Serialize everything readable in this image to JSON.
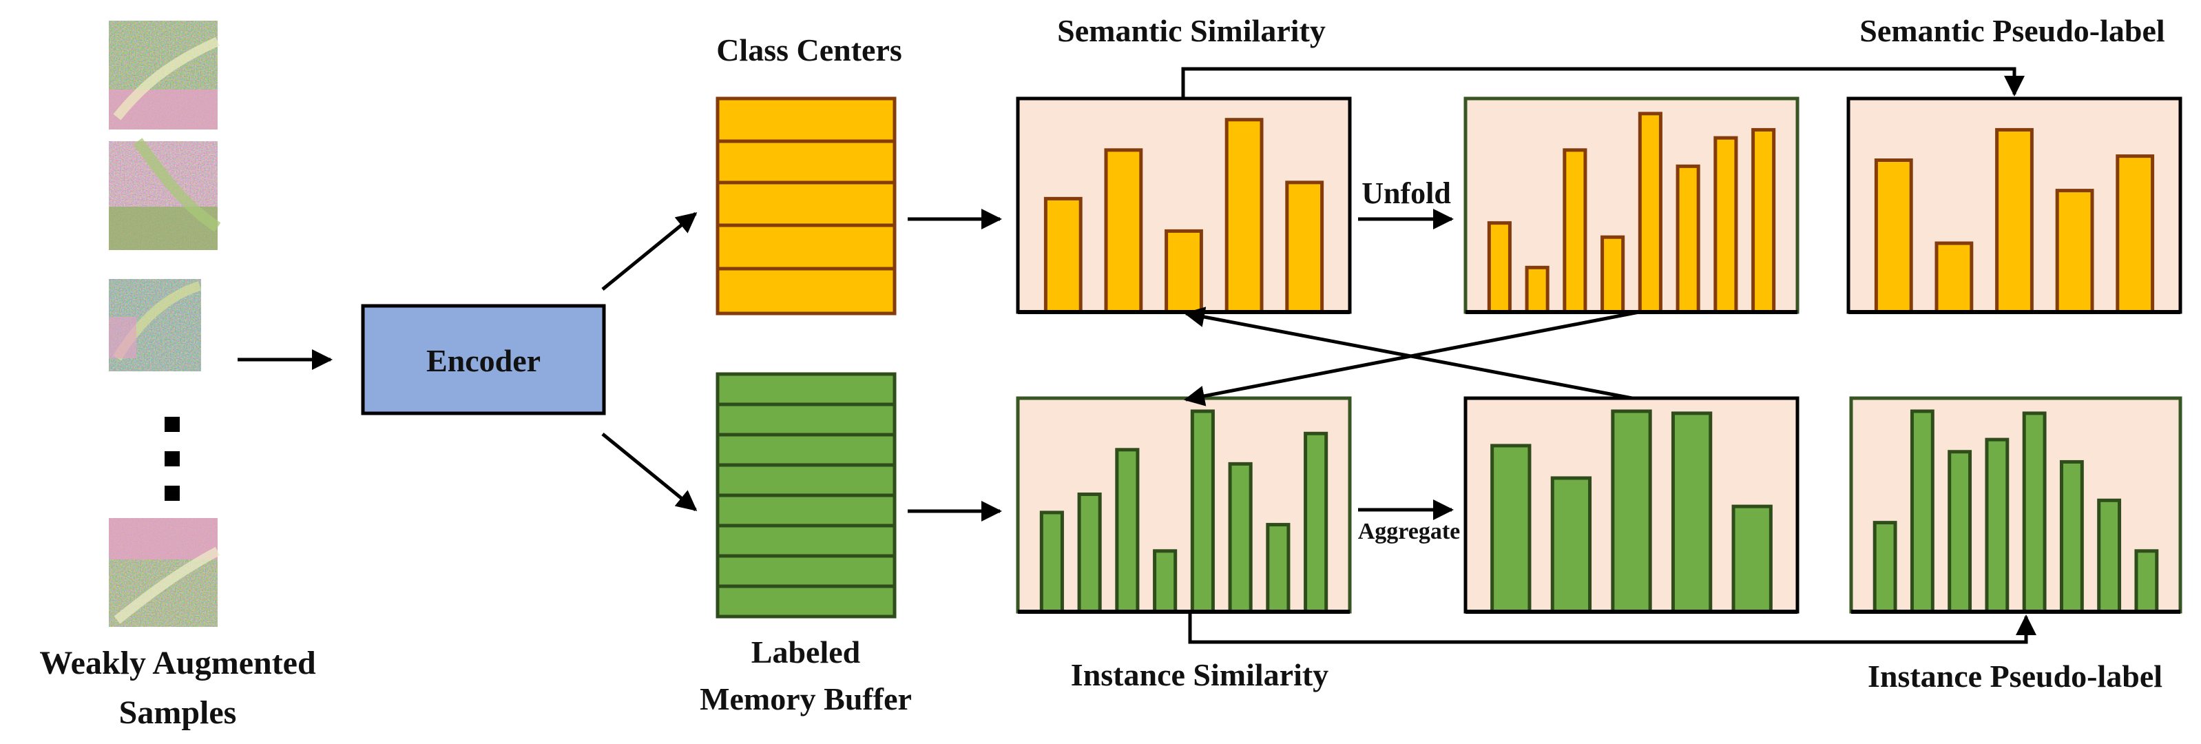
{
  "labels": {
    "class_centers": "Class Centers",
    "semantic_similarity": "Semantic Similarity",
    "semantic_pseudo_label": "Semantic Pseudo-label",
    "unfold": "Unfold",
    "encoder": "Encoder",
    "weakly_line1": "Weakly Augmented",
    "weakly_line2": "Samples",
    "labeled_line1": "Labeled",
    "labeled_line2": "Memory Buffer",
    "instance_similarity": "Instance Similarity",
    "instance_pseudo_label": "Instance Pseudo-label",
    "aggregate": "Aggregate"
  },
  "colors": {
    "semantic_bar": "#FFC000",
    "instance_bar": "#70AD47",
    "bar_stroke": "#843C0C",
    "instance_bar_stroke": "#2E4D1B",
    "chart_bg": "#FBE5D6",
    "encoder_fill": "#8FAADC",
    "buffer_fill": "#70AD47",
    "centers_fill": "#FFC000"
  },
  "chart_data": [
    {
      "type": "bar",
      "name": "semantic-similarity",
      "values": [
        0.56,
        0.8,
        0.4,
        0.95,
        0.64
      ],
      "ylim": [
        0,
        1
      ]
    },
    {
      "type": "bar",
      "name": "semantic-unfolded",
      "values": [
        0.44,
        0.22,
        0.8,
        0.37,
        0.98,
        0.72,
        0.86,
        0.9
      ],
      "ylim": [
        0,
        1
      ]
    },
    {
      "type": "bar",
      "name": "semantic-pseudo-label",
      "values": [
        0.75,
        0.34,
        0.9,
        0.6,
        0.77
      ],
      "ylim": [
        0,
        1
      ]
    },
    {
      "type": "bar",
      "name": "instance-similarity",
      "values": [
        0.49,
        0.58,
        0.8,
        0.3,
        0.99,
        0.73,
        0.43,
        0.88
      ],
      "ylim": [
        0,
        1
      ]
    },
    {
      "type": "bar",
      "name": "instance-aggregated",
      "values": [
        0.82,
        0.66,
        0.99,
        0.98,
        0.52
      ],
      "ylim": [
        0,
        1
      ]
    },
    {
      "type": "bar",
      "name": "instance-pseudo-label",
      "values": [
        0.44,
        0.99,
        0.79,
        0.85,
        0.98,
        0.74,
        0.55,
        0.3
      ],
      "ylim": [
        0,
        1
      ]
    }
  ]
}
